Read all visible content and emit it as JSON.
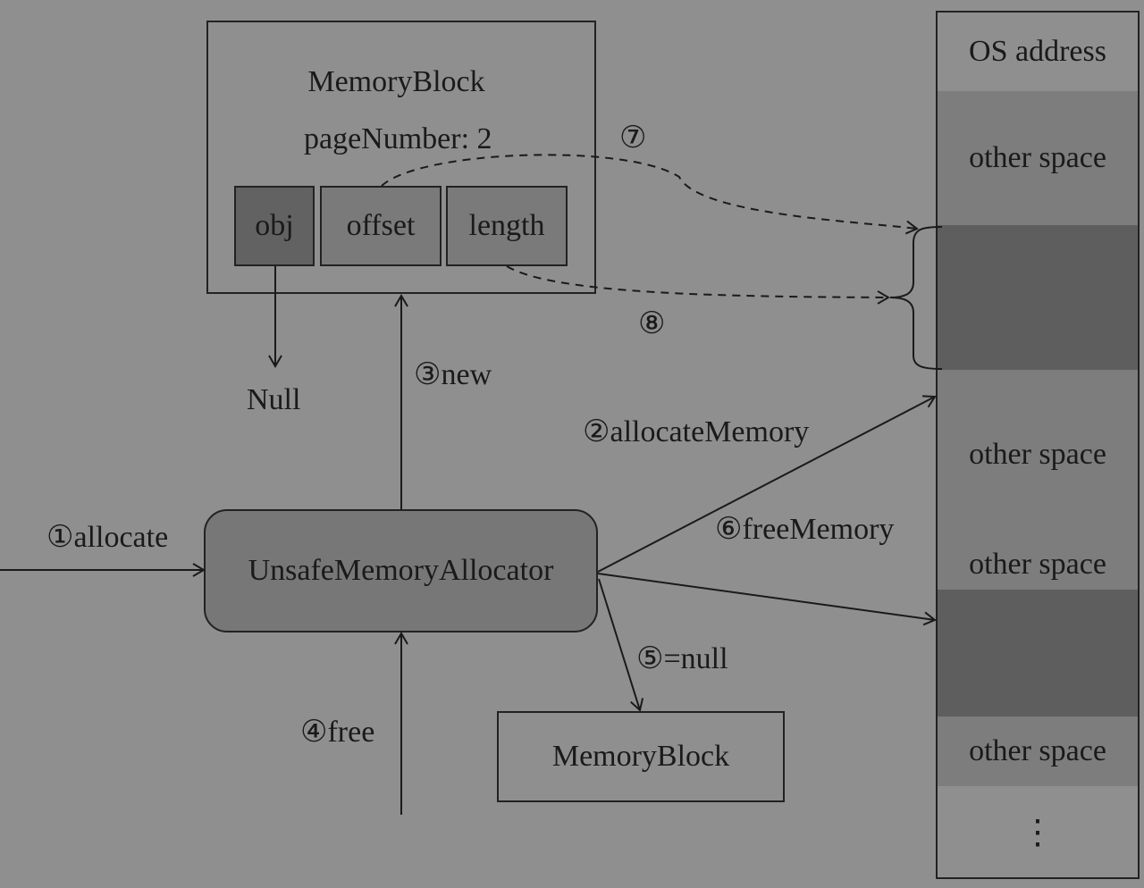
{
  "memory_block_top": {
    "title": "MemoryBlock",
    "page_number": "pageNumber: 2",
    "fields": {
      "obj": "obj",
      "offset": "offset",
      "length": "length"
    }
  },
  "null_label": "Null",
  "allocator": {
    "label": "UnsafeMemoryAllocator"
  },
  "memory_block_bottom": {
    "title": "MemoryBlock"
  },
  "steps": {
    "allocate": "①allocate",
    "allocate_memory": "②allocateMemory",
    "new": "③new",
    "free": "④free",
    "set_null": "⑤=null",
    "free_memory": "⑥freeMemory",
    "marker_7": "⑦",
    "marker_8": "⑧"
  },
  "os_memory": {
    "header": "OS address",
    "segments": {
      "other_space_1": "other space",
      "other_space_2": "other space",
      "other_space_3": "other space",
      "other_space_4": "other space",
      "ellipsis": "⋮"
    }
  },
  "colors": {
    "background": "#8f8f8f",
    "field_box": "#7a7a7a",
    "obj_box": "#626262",
    "allocator_box": "#777777",
    "allocated_segment": "#5e5e5e",
    "other_space": "#7d7d7d",
    "header_cell": "#8f8f8f",
    "line": "#1a1a1a"
  }
}
